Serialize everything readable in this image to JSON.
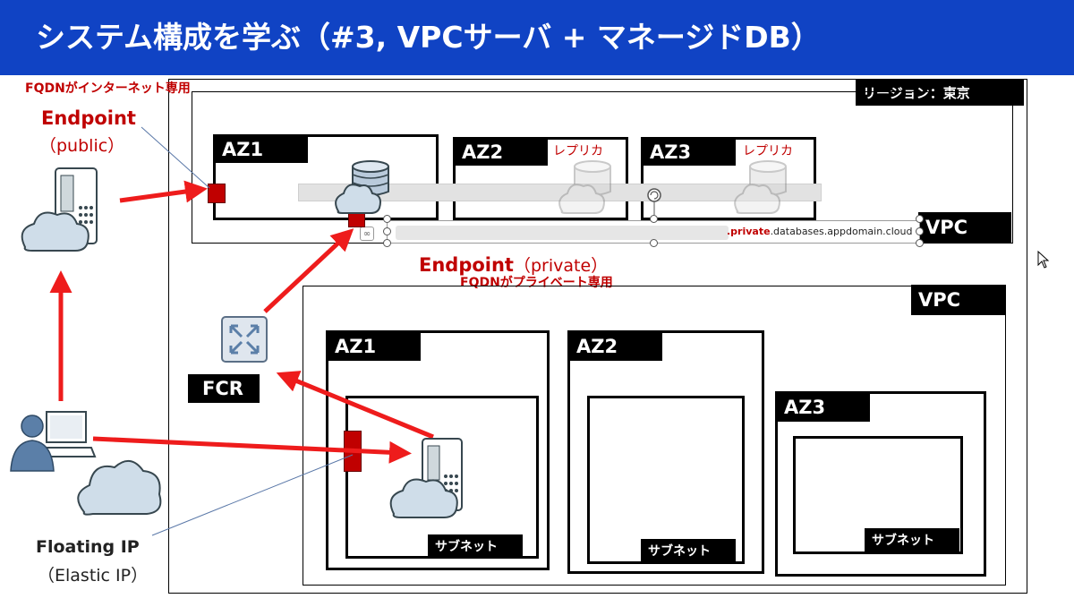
{
  "header": {
    "title": "システム構成を学ぶ（#3, VPCサーバ + マネージドDB）"
  },
  "notes": {
    "fqdn_public": "FQDNがインターネット専用",
    "fqdn_private": "FQDNがプライベート専用"
  },
  "region": {
    "label": "リージョン：東京"
  },
  "db_vpc": {
    "label": "VPC",
    "zones": [
      {
        "name": "AZ1",
        "tag": ""
      },
      {
        "name": "AZ2",
        "tag": "レプリカ"
      },
      {
        "name": "AZ3",
        "tag": "レプリカ"
      }
    ]
  },
  "endpoint_public": {
    "title": "Endpoint",
    "sub": "（public）"
  },
  "endpoint_private": {
    "title": "Endpoint",
    "sub": "（private）"
  },
  "fqdn_box": {
    "prefix": "",
    "private_word": ".private",
    "suffix": ".databases.appdomain.cloud"
  },
  "server_vpc": {
    "label": "VPC",
    "zones": [
      {
        "name": "AZ1",
        "subnet": "サブネット"
      },
      {
        "name": "AZ2",
        "subnet": "サブネット"
      },
      {
        "name": "AZ3",
        "subnet": "サブネット"
      }
    ]
  },
  "fcr": {
    "label": "FCR"
  },
  "floating_ip": {
    "title": "Floating IP",
    "sub": "（Elastic IP）"
  },
  "colors": {
    "header": "#1043c4",
    "accent_red": "#c00000",
    "arrow_red": "#ee1c1c"
  }
}
